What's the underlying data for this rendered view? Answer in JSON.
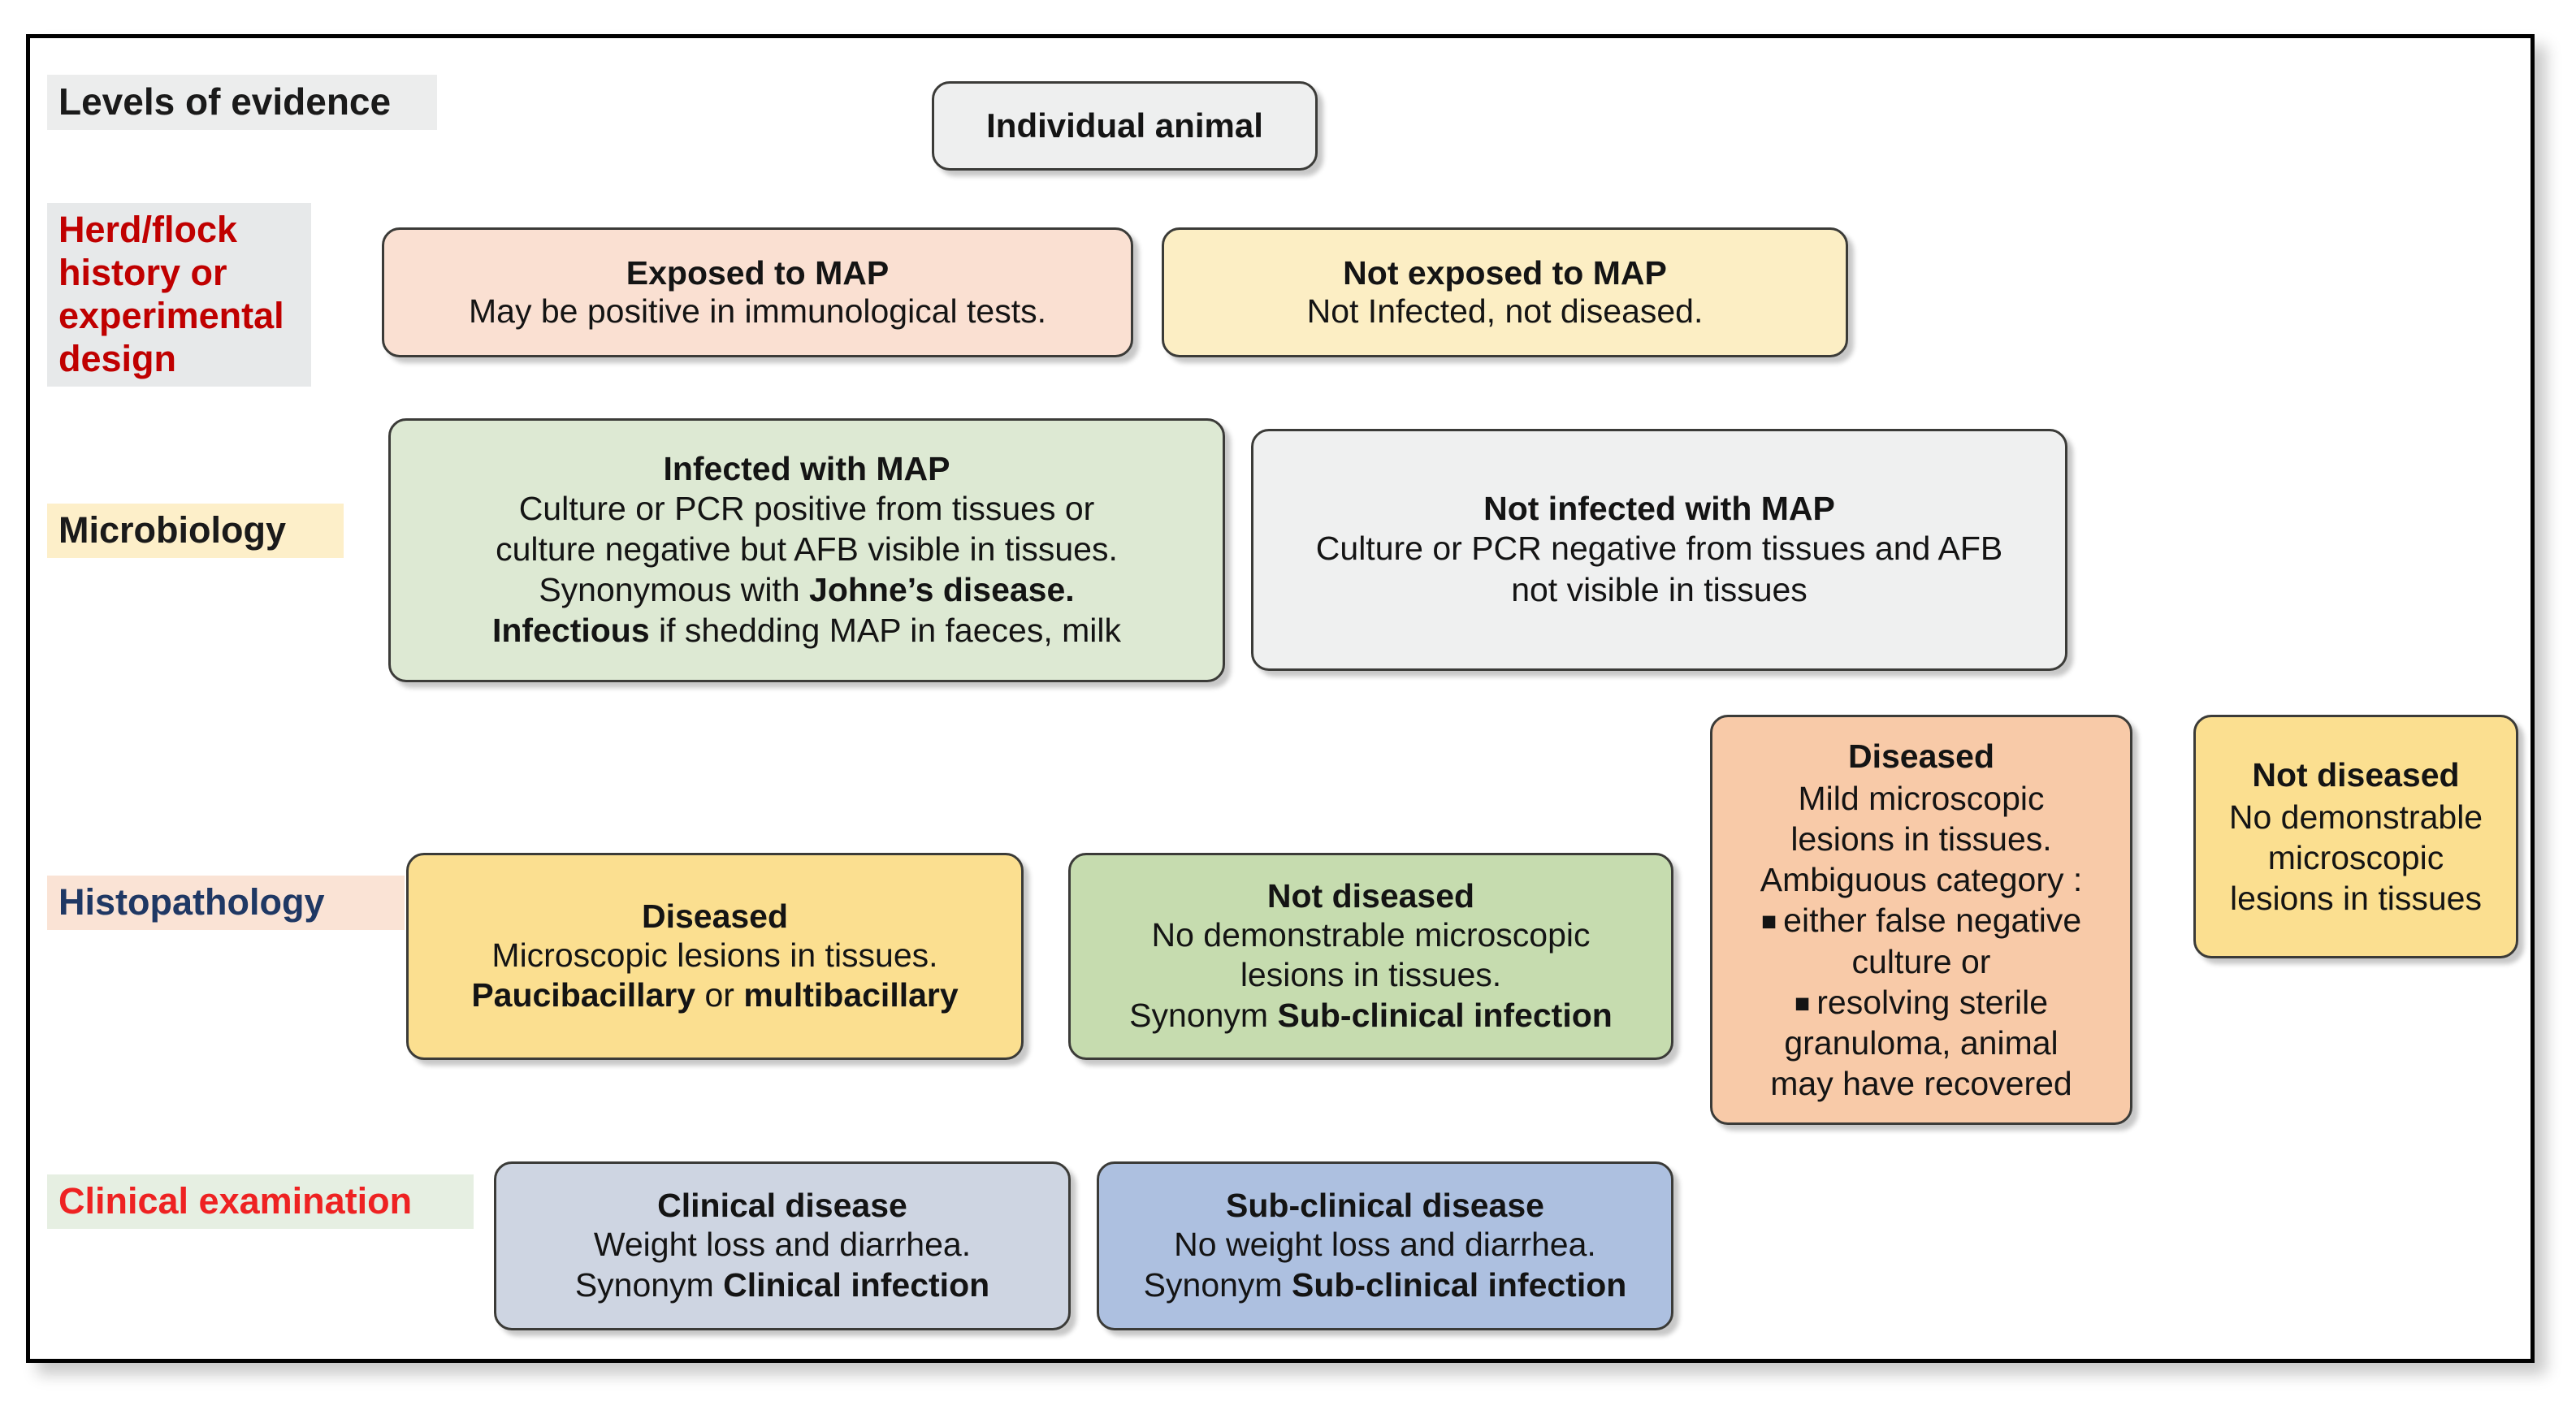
{
  "stages": [
    {
      "id": "levels-of-evidence",
      "label": "Levels of evidence",
      "color": "#1a1a1a",
      "bg": "#eceded"
    },
    {
      "id": "herd-flock-history",
      "label": "Herd/flock history or experimental design",
      "color": "#c00000",
      "bg": "#e7e9ea"
    },
    {
      "id": "microbiology",
      "label": "Microbiology",
      "color": "#1a1a1a",
      "bg": "#fdefc9"
    },
    {
      "id": "histopathology",
      "label": "Histopathology",
      "color": "#1f3864",
      "bg": "#fae3d5"
    },
    {
      "id": "clinical-examination",
      "label": "Clinical examination",
      "color": "#ee2222",
      "bg": "#e6efe2"
    }
  ],
  "nodes": {
    "individual_animal": {
      "title": "Individual animal",
      "bg": "#eeefef"
    },
    "exposed": {
      "title": "Exposed to MAP",
      "line1": "May be positive in immunological tests.",
      "bg": "#fae0d2"
    },
    "not_exposed": {
      "title": "Not exposed to MAP",
      "line1": "Not Infected, not diseased.",
      "bg": "#fceec4"
    },
    "infected": {
      "title": "Infected with MAP",
      "line1": "Culture or PCR positive from tissues or",
      "line2": "culture negative but AFB visible in tissues.",
      "line3a": "Synonymous with ",
      "line3b": "Johne’s disease.",
      "line4a": "Infectious",
      "line4b": " if shedding MAP in faeces, milk",
      "bg": "#dde9d3"
    },
    "not_infected": {
      "title": "Not infected with MAP",
      "line1": "Culture or PCR negative from tissues and AFB",
      "line2": "not visible in tissues",
      "bg": "#eff0f0"
    },
    "diseased_histo": {
      "title": "Diseased",
      "line1": "Microscopic lesions in tissues.",
      "line2a": "Paucibacillary",
      "line2b": " or ",
      "line2c": "multibacillary",
      "bg": "#fbdf90"
    },
    "not_diseased_histo": {
      "title": "Not diseased",
      "line1": "No demonstrable microscopic",
      "line2": "lesions in tissues.",
      "line3a": "Synonym ",
      "line3b": "Sub-clinical infection",
      "bg": "#c6dcaf"
    },
    "diseased_ambiguous": {
      "title": "Diseased",
      "line1": "Mild microscopic",
      "line2": "lesions in tissues.",
      "line3": "Ambiguous category :",
      "bullet1": "either false negative",
      "bullet1b": "culture or",
      "bullet2": "resolving sterile",
      "bullet2b": "granuloma, animal",
      "bullet2c": "may have recovered",
      "bg": "#f8caa8"
    },
    "not_diseased_right": {
      "title": "Not diseased",
      "line1": "No demonstrable",
      "line2": "microscopic",
      "line3": "lesions in tissues",
      "bg": "#fbdf90"
    },
    "clinical_disease": {
      "title": "Clinical disease",
      "line1": "Weight loss and diarrhea.",
      "line2a": "Synonym ",
      "line2b": "Clinical infection",
      "bg": "#ced5e2"
    },
    "subclinical_disease": {
      "title": "Sub-clinical disease",
      "line1": "No weight loss and diarrhea.",
      "line2a": "Synonym ",
      "line2b": "Sub-clinical infection",
      "bg": "#adc0e0"
    }
  },
  "colors": {
    "connector": "#2b2b2b",
    "border": "#3b3b38",
    "frame": "#000000"
  }
}
